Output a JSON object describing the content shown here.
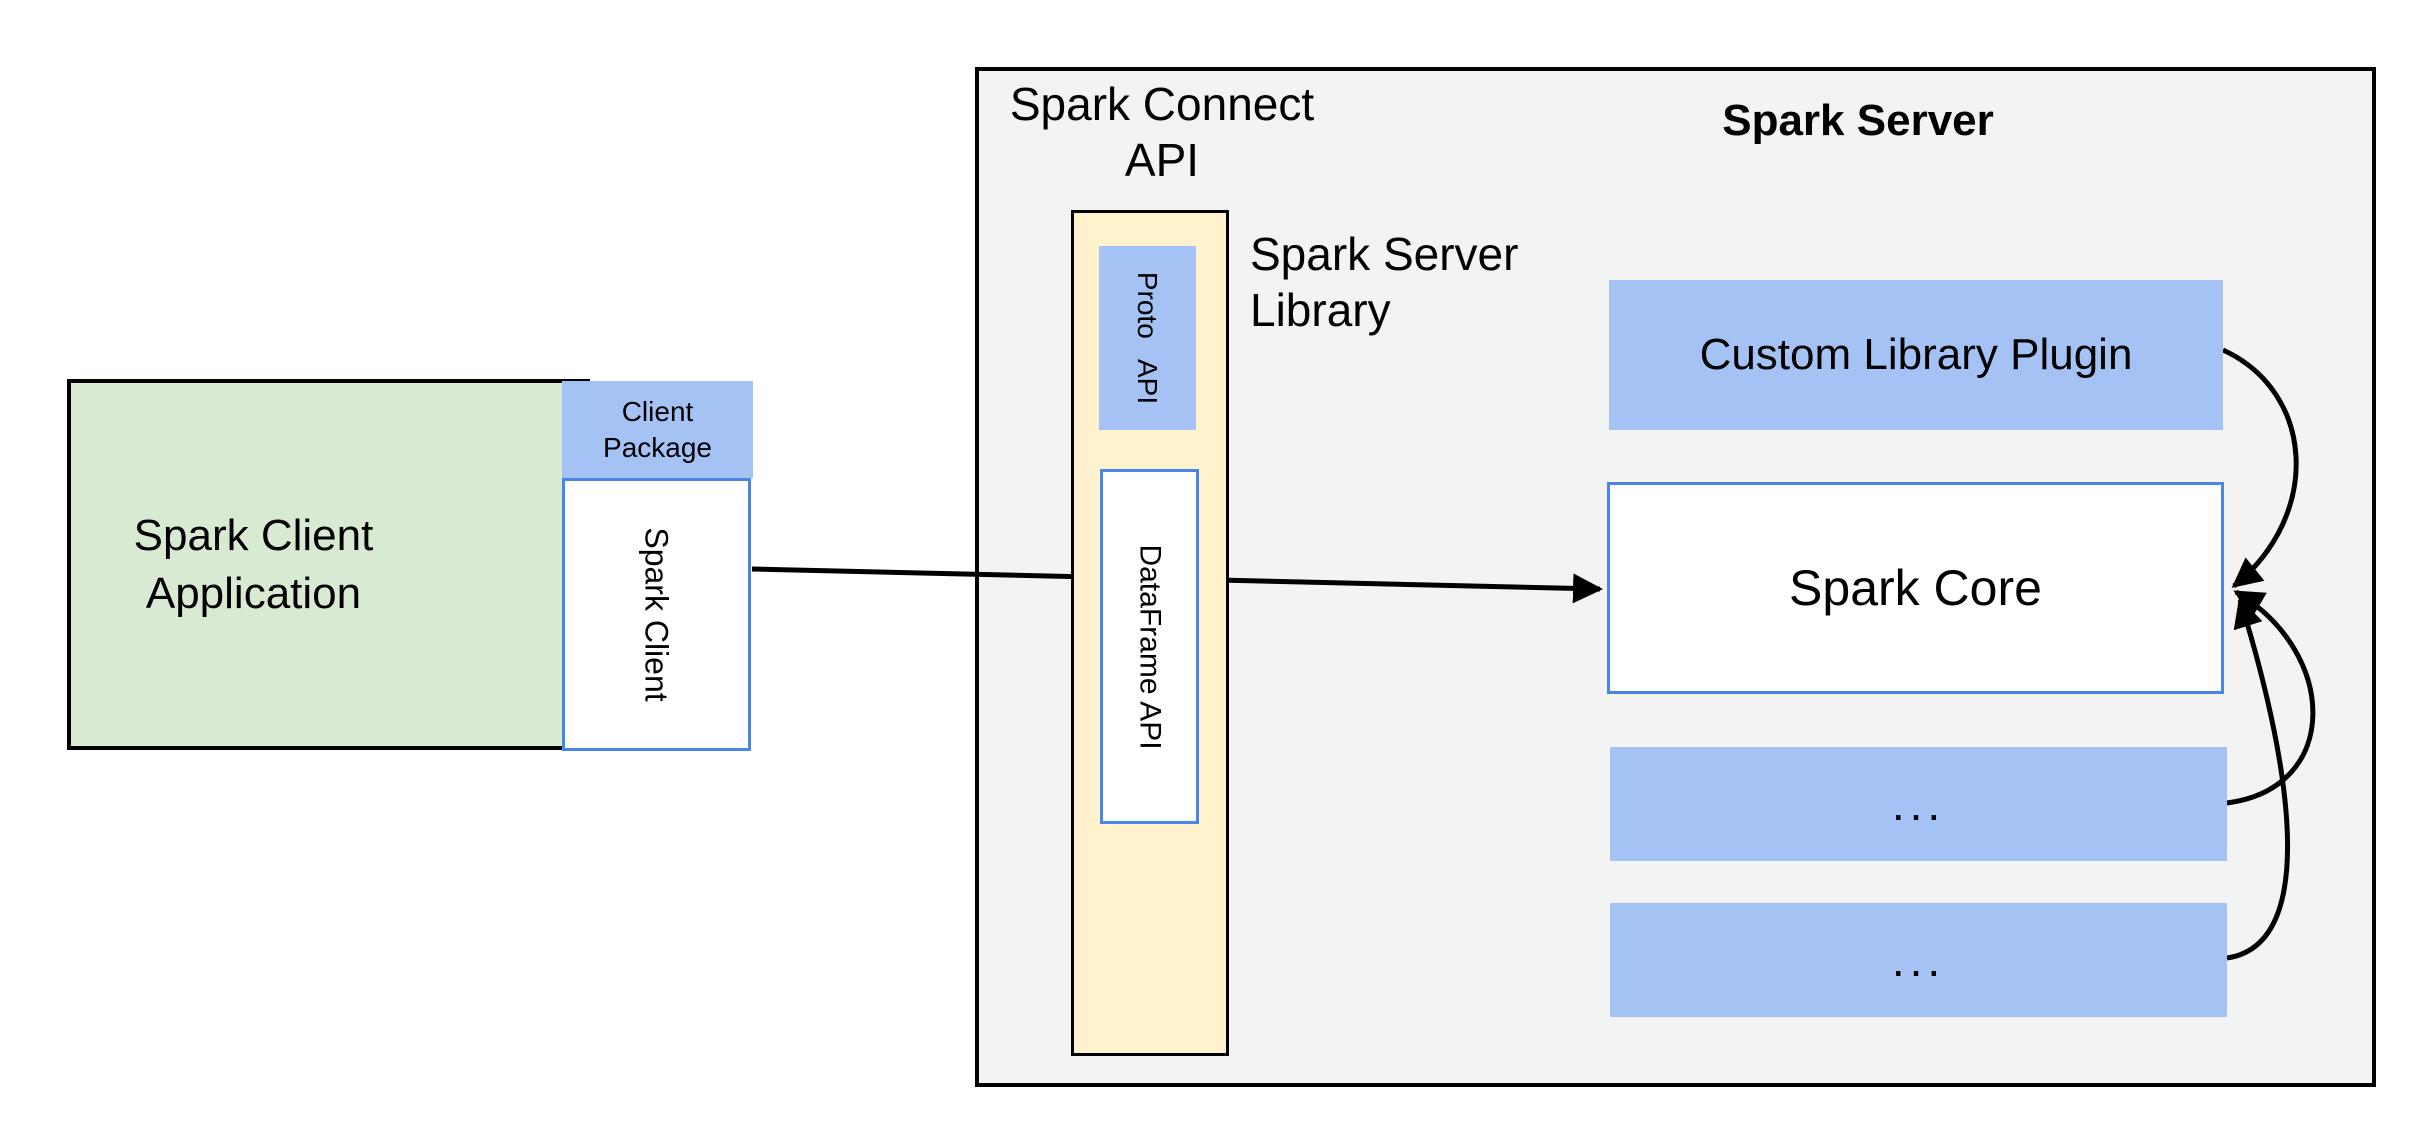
{
  "palette": {
    "panel_gray": "#F3F3F3",
    "box_green": "#D9EAD3",
    "box_blue": "#A4C2F4",
    "box_yellow": "#FFF2CC",
    "border_blue": "#4A86E8",
    "border_black": "#000000",
    "text": "#000000",
    "background": "#FFFFFF"
  },
  "labels": {
    "client_app_line1": "Spark Client",
    "client_app_line2": "Application",
    "client_package_line1": "Client",
    "client_package_line2": "Package",
    "spark_client": "Spark Client",
    "connect_api_line1": "Spark Connect",
    "connect_api_line2": "API",
    "proto_api": "Proto API",
    "dataframe_api": "DataFrame API",
    "server_library_line1": "Spark Server",
    "server_library_line2": "Library",
    "spark_server": "Spark Server",
    "custom_plugin": "Custom Library Plugin",
    "spark_core": "Spark Core",
    "slot1": "...",
    "slot2": "..."
  },
  "arrows": [
    {
      "from": "spark-client",
      "to": "spark-core"
    },
    {
      "from": "custom-library-plugin",
      "to": "spark-core"
    },
    {
      "from": "plugin-slot-1",
      "to": "spark-core"
    },
    {
      "from": "plugin-slot-2",
      "to": "spark-core"
    }
  ]
}
